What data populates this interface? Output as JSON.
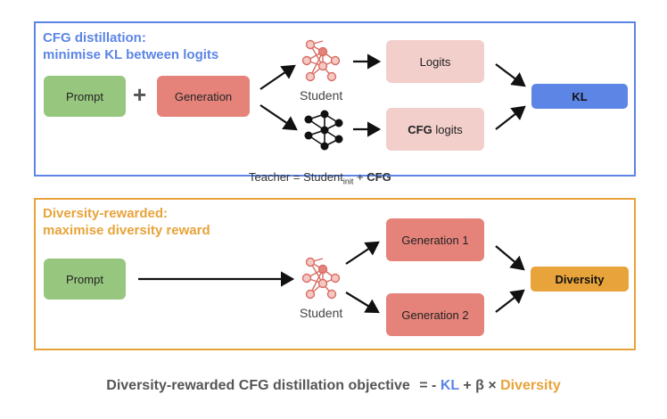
{
  "colors": {
    "blue": "#5c85e6",
    "orange": "#e8a33a",
    "green": "#97c77e",
    "red": "#e5837a",
    "pink": "#f2cfcb",
    "grey_text": "#555555"
  },
  "panel_cfg": {
    "title_line1": "CFG distillation:",
    "title_line2": "minimise KL between logits",
    "prompt": "Prompt",
    "plus": "+",
    "generation": "Generation",
    "student_label": "Student",
    "logits": "Logits",
    "cfg_logits_bold": "CFG",
    "cfg_logits_rest": " logits",
    "kl": "KL",
    "teacher_prefix": "Teacher = Student",
    "teacher_sub": "init",
    "teacher_plus": " + ",
    "teacher_cfg": "CFG"
  },
  "panel_div": {
    "title_line1": "Diversity-rewarded:",
    "title_line2": "maximise diversity reward",
    "prompt": "Prompt",
    "student_label": "Student",
    "generation1": "Generation 1",
    "generation2": "Generation 2",
    "diversity": "Diversity"
  },
  "objective": {
    "text": "Diversity-rewarded CFG distillation objective",
    "equals": "= -",
    "kl": "KL",
    "plus_beta": "+ β ×",
    "diversity": "Diversity"
  },
  "icons": [
    "student-network-icon",
    "teacher-network-icon"
  ]
}
